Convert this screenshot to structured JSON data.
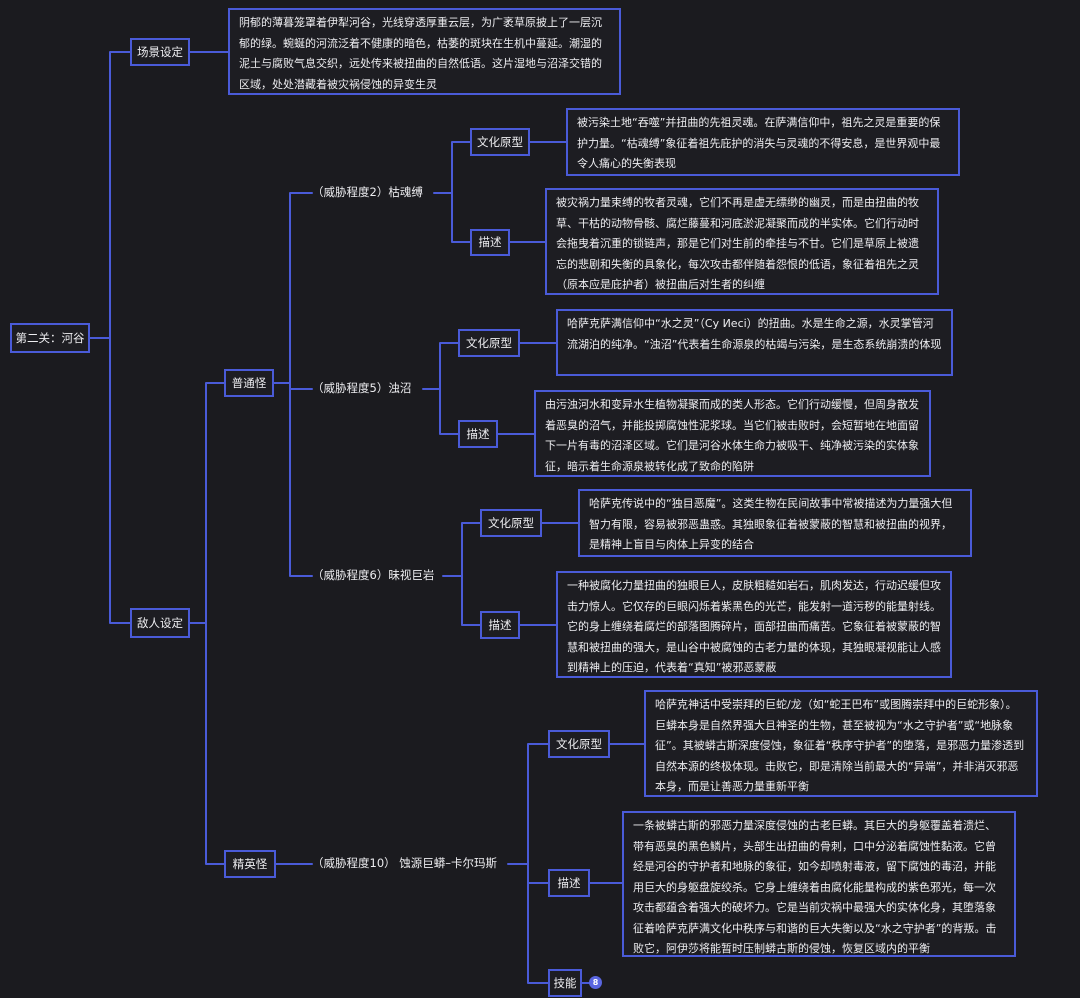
{
  "root": {
    "label": "第二关：河谷"
  },
  "scene": {
    "label": "场景设定",
    "text": "阴郁的薄暮笼罩着伊犁河谷，光线穿透厚重云层，为广袤草原披上了一层沉郁的绿。蜿蜒的河流泛着不健康的暗色，枯萎的斑块在生机中蔓延。潮湿的泥土与腐败气息交织，远处传来被扭曲的自然低语。这片湿地与沼泽交错的区域，处处潜藏着被灾祸侵蚀的异变生灵"
  },
  "enemy": {
    "label": "敌人设定",
    "normal": {
      "label": "普通怪",
      "m1": {
        "label": "（威胁程度2）枯魂缚",
        "archetype_label": "文化原型",
        "archetype": "被污染土地“吞噬”并扭曲的先祖灵魂。在萨满信仰中，祖先之灵是重要的保护力量。“枯魂缚”象征着祖先庇护的消失与灵魂的不得安息，是世界观中最令人痛心的失衡表现",
        "desc_label": "描述",
        "desc": "被灾祸力量束缚的牧者灵魂，它们不再是虚无缥缈的幽灵，而是由扭曲的牧草、干枯的动物骨骸、腐烂藤蔓和河底淤泥凝聚而成的半实体。它们行动时会拖曳着沉重的锁链声，那是它们对生前的牵挂与不甘。它们是草原上被遗忘的悲剧和失衡的具象化，每次攻击都伴随着怨恨的低语，象征着祖先之灵（原本应是庇护者）被扭曲后对生者的纠缠"
      },
      "m2": {
        "label": "（威胁程度5）浊沼",
        "archetype_label": "文化原型",
        "archetype": "哈萨克萨满信仰中“水之灵”（Су Иесі）的扭曲。水是生命之源，水灵掌管河流湖泊的纯净。“浊沼”代表着生命源泉的枯竭与污染，是生态系统崩溃的体现",
        "desc_label": "描述",
        "desc": "由污浊河水和变异水生植物凝聚而成的类人形态。它们行动缓慢，但周身散发着恶臭的沼气，并能投掷腐蚀性泥浆球。当它们被击败时，会短暂地在地面留下一片有毒的沼泽区域。它们是河谷水体生命力被吸干、纯净被污染的实体象征，暗示着生命源泉被转化成了致命的陷阱"
      },
      "m3": {
        "label": "（威胁程度6）昧视巨岩",
        "archetype_label": "文化原型",
        "archetype": "哈萨克传说中的“独目恶魔”。这类生物在民间故事中常被描述为力量强大但智力有限，容易被邪恶蛊惑。其独眼象征着被蒙蔽的智慧和被扭曲的视界，是精神上盲目与肉体上异变的结合",
        "desc_label": "描述",
        "desc": "一种被腐化力量扭曲的独眼巨人，皮肤粗糙如岩石，肌肉发达，行动迟缓但攻击力惊人。它仅存的巨眼闪烁着紫黑色的光芒，能发射一道污秽的能量射线。它的身上缠绕着腐烂的部落图腾碎片，面部扭曲而痛苦。它象征着被蒙蔽的智慧和被扭曲的强大，是山谷中被腐蚀的古老力量的体现，其独眼凝视能让人感到精神上的压迫，代表着“真知”被邪恶蒙蔽"
      }
    },
    "elite": {
      "label": "精英怪",
      "m1": {
        "label": "（威胁程度10） 蚀源巨蟒–卡尔玛斯",
        "archetype_label": "文化原型",
        "archetype": "哈萨克神话中受崇拜的巨蛇/龙（如“蛇王巴布”或图腾崇拜中的巨蛇形象）。巨蟒本身是自然界强大且神圣的生物，甚至被视为“水之守护者”或“地脉象征”。其被蟒古斯深度侵蚀，象征着“秩序守护者”的堕落，是邪恶力量渗透到自然本源的终极体现。击败它，即是清除当前最大的“异端”，并非消灭邪恶本身，而是让善恶力量重新平衡",
        "desc_label": "描述",
        "desc": "一条被蟒古斯的邪恶力量深度侵蚀的古老巨蟒。其巨大的身躯覆盖着溃烂、带有恶臭的黑色鳞片，头部生出扭曲的骨刺，口中分泌着腐蚀性黏液。它曾经是河谷的守护者和地脉的象征，如今却喷射毒液，留下腐蚀的毒沼，并能用巨大的身躯盘旋绞杀。它身上缠绕着由腐化能量构成的紫色邪光，每一次攻击都蕴含着强大的破坏力。它是当前灾祸中最强大的实体化身，其堕落象征着哈萨克萨满文化中秩序与和谐的巨大失衡以及“水之守护者”的背叛。击败它，阿伊莎将能暂时压制蟒古斯的侵蚀，恢复区域内的平衡",
        "skill_label": "技能",
        "skill_count": "8"
      }
    }
  },
  "colors": {
    "line": "#4a5bd8",
    "background": "#1b1b1f",
    "badge": "#5a66e0"
  }
}
